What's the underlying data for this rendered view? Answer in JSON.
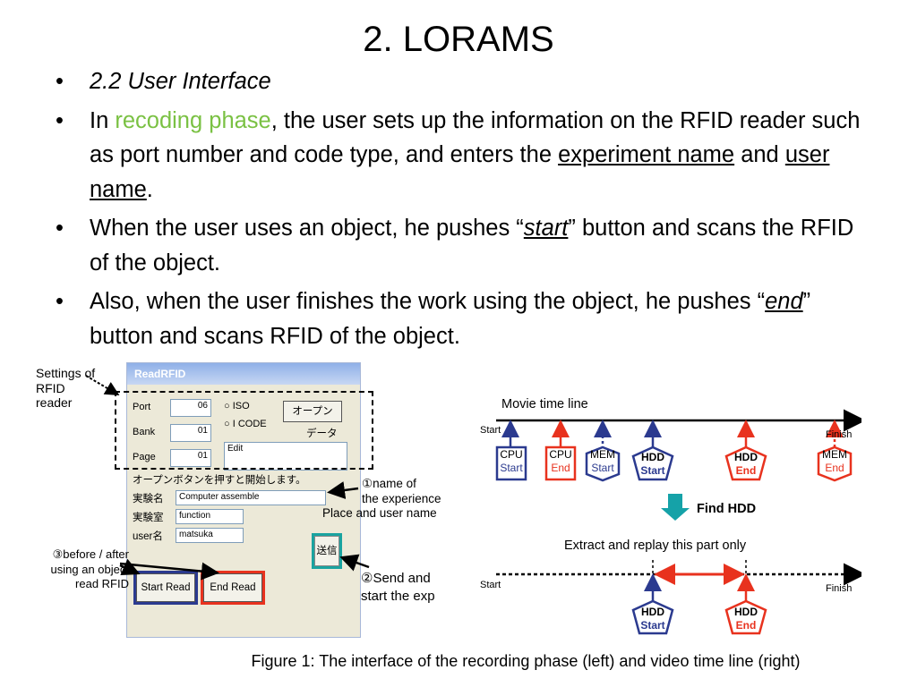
{
  "slide": {
    "title": "2. LORAMS",
    "bullets": [
      {
        "text": "2.2 User Interface"
      },
      {
        "pre": "In ",
        "highlight": "recoding phase",
        "mid": ", the user sets up the information on the RFID reader such as port number and code type, and enters the ",
        "u1": "experiment name",
        "and": " and ",
        "u2": "user name",
        "post": "."
      },
      {
        "pre": "When the user uses an object, he pushes “",
        "em": "start",
        "post": "” button and scans the RFID of the object."
      },
      {
        "pre": "Also, when the user finishes the work using the object, he pushes “",
        "em": "end",
        "post": "” button and scans RFID of the object."
      }
    ],
    "caption": "Figure 1: The interface of the recording phase (left) and video time line (right)"
  },
  "readrfid": {
    "window_title": "ReadRFID",
    "port_label": "Port",
    "port_value": "06",
    "bank_label": "Bank",
    "bank_value": "01",
    "page_label": "Page",
    "page_value": "01",
    "radio_iso": "ISO",
    "radio_icode": "I CODE",
    "open_button": "オープン",
    "data_label": "データ",
    "edit_value": "Edit",
    "instruction": "オープンボタンを押すと開始します。",
    "experiment_label": "実験名",
    "experiment_value": "Computer assemble",
    "room_label": "実験室",
    "room_value": "function",
    "user_label": "user名",
    "user_value": "matsuka",
    "send_button": "送信",
    "start_read_button": "Start Read",
    "end_read_button": "End Read"
  },
  "annotations": {
    "settings": [
      "Settings of",
      "RFID",
      "reader"
    ],
    "name_of": [
      "①name of",
      "the experience",
      "Place and user name"
    ],
    "before_after": [
      "③before / after",
      "using an object",
      "read RFID"
    ],
    "send_and": [
      "②Send and",
      "start the exp"
    ]
  },
  "timeline": {
    "movie_label": "Movie time line",
    "start_label": "Start",
    "finish_label": "Finish",
    "events": [
      {
        "name": "CPU",
        "kind": "Start",
        "color": "#2b3a8f"
      },
      {
        "name": "CPU",
        "kind": "End",
        "color": "#e8321e"
      },
      {
        "name": "MEM",
        "kind": "Start",
        "color": "#2b3a8f"
      },
      {
        "name": "HDD",
        "kind": "Start",
        "color": "#2b3a8f"
      },
      {
        "name": "HDD",
        "kind": "End",
        "color": "#e8321e"
      },
      {
        "name": "MEM",
        "kind": "End",
        "color": "#e8321e"
      }
    ],
    "find_label": "Find HDD",
    "extract_label": "Extract and replay this part only",
    "hdd_start": {
      "name": "HDD",
      "kind": "Start"
    },
    "hdd_end": {
      "name": "HDD",
      "kind": "End"
    },
    "arrow_color": "#15a2a8"
  }
}
